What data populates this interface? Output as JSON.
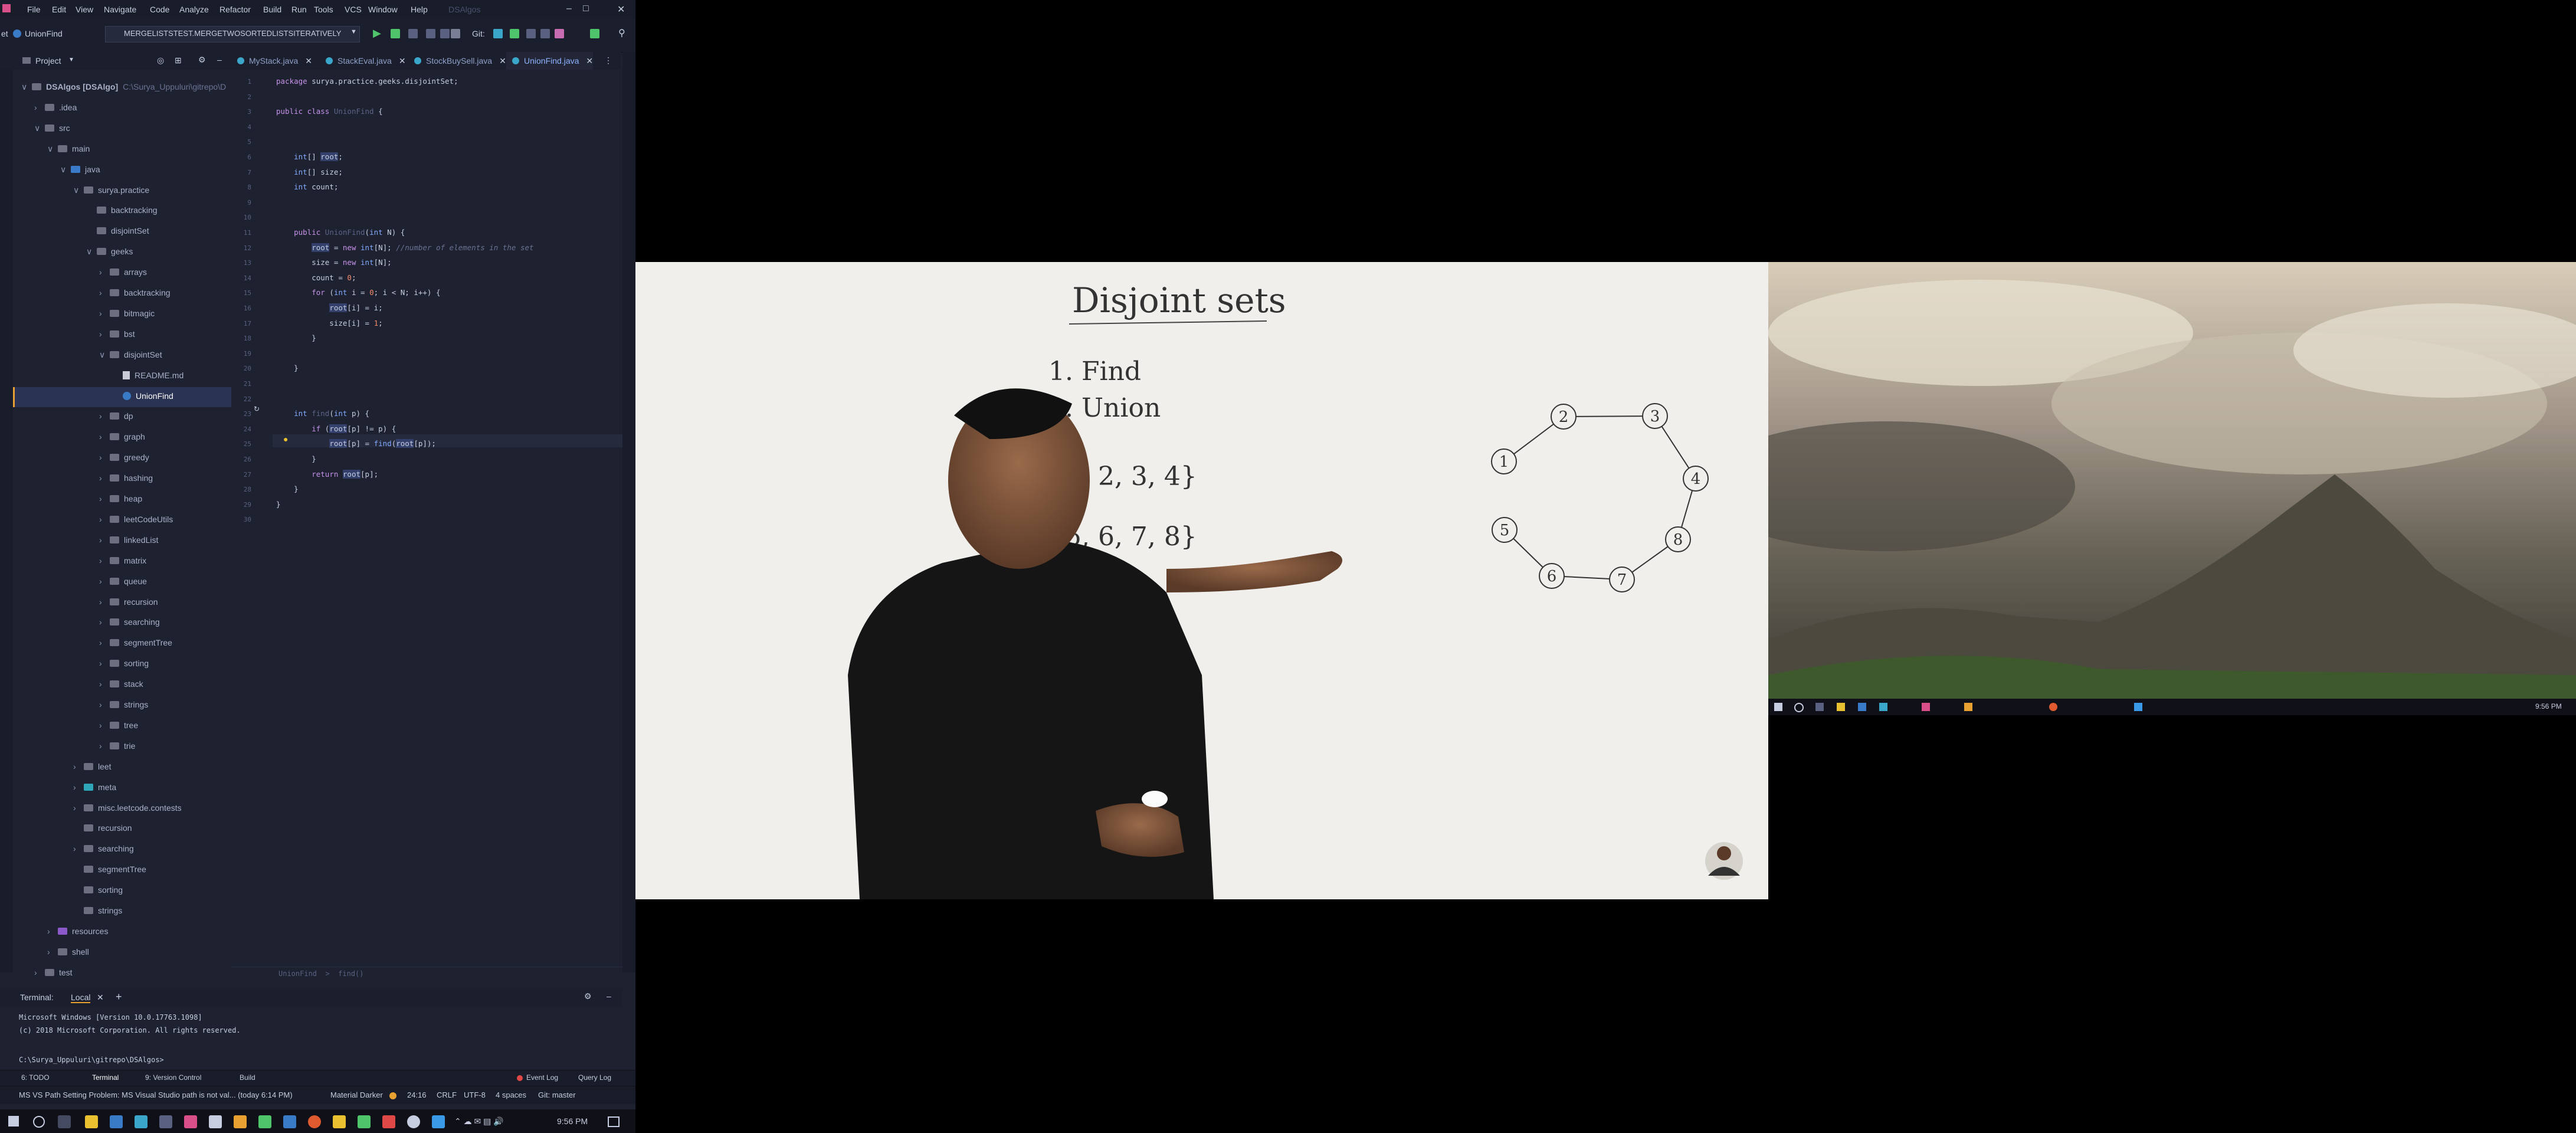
{
  "menubar": {
    "items": [
      "File",
      "Edit",
      "View",
      "Navigate",
      "Code",
      "Analyze",
      "Refactor",
      "Build",
      "Run",
      "Tools",
      "VCS",
      "Window",
      "Help"
    ],
    "app_title": "DSAlgos"
  },
  "toolbar": {
    "project_prefix": "et",
    "project_name": "UnionFind",
    "run_config": "MERGELISTSTEST.MERGETWOSORTEDLISTSITERATIVELY",
    "git_label": "Git:"
  },
  "project_panel": {
    "title": "Project",
    "tree": [
      {
        "label": "DSAlgos [DSAlgo]",
        "extra": "C:\\Surya_Uppuluri\\gitrepo\\D",
        "indent": 0,
        "arrow": "v",
        "icon": "gray",
        "bold": true
      },
      {
        "label": ".idea",
        "indent": 1,
        "arrow": ">",
        "icon": "gray"
      },
      {
        "label": "src",
        "indent": 1,
        "arrow": "v",
        "icon": "gray"
      },
      {
        "label": "main",
        "indent": 2,
        "arrow": "v",
        "icon": "gray"
      },
      {
        "label": "java",
        "indent": 3,
        "arrow": "v",
        "icon": "blue"
      },
      {
        "label": "surya.practice",
        "indent": 4,
        "arrow": "v",
        "icon": "gray"
      },
      {
        "label": "backtracking",
        "indent": 5,
        "arrow": "",
        "icon": "gray"
      },
      {
        "label": "disjointSet",
        "indent": 5,
        "arrow": "",
        "icon": "gray"
      },
      {
        "label": "geeks",
        "indent": 5,
        "arrow": "v",
        "icon": "gray"
      },
      {
        "label": "arrays",
        "indent": 6,
        "arrow": ">",
        "icon": "gray"
      },
      {
        "label": "backtracking",
        "indent": 6,
        "arrow": ">",
        "icon": "gray"
      },
      {
        "label": "bitmagic",
        "indent": 6,
        "arrow": ">",
        "icon": "gray"
      },
      {
        "label": "bst",
        "indent": 6,
        "arrow": ">",
        "icon": "gray"
      },
      {
        "label": "disjointSet",
        "indent": 6,
        "arrow": "v",
        "icon": "gray"
      },
      {
        "label": "README.md",
        "indent": 7,
        "arrow": "",
        "icon": "file"
      },
      {
        "label": "UnionFind",
        "indent": 7,
        "arrow": "",
        "icon": "class",
        "selected": true
      },
      {
        "label": "dp",
        "indent": 6,
        "arrow": ">",
        "icon": "gray"
      },
      {
        "label": "graph",
        "indent": 6,
        "arrow": ">",
        "icon": "gray"
      },
      {
        "label": "greedy",
        "indent": 6,
        "arrow": ">",
        "icon": "gray"
      },
      {
        "label": "hashing",
        "indent": 6,
        "arrow": ">",
        "icon": "gray"
      },
      {
        "label": "heap",
        "indent": 6,
        "arrow": ">",
        "icon": "gray"
      },
      {
        "label": "leetCodeUtils",
        "indent": 6,
        "arrow": ">",
        "icon": "gray"
      },
      {
        "label": "linkedList",
        "indent": 6,
        "arrow": ">",
        "icon": "gray"
      },
      {
        "label": "matrix",
        "indent": 6,
        "arrow": ">",
        "icon": "gray"
      },
      {
        "label": "queue",
        "indent": 6,
        "arrow": ">",
        "icon": "gray"
      },
      {
        "label": "recursion",
        "indent": 6,
        "arrow": ">",
        "icon": "gray"
      },
      {
        "label": "searching",
        "indent": 6,
        "arrow": ">",
        "icon": "gray"
      },
      {
        "label": "segmentTree",
        "indent": 6,
        "arrow": ">",
        "icon": "gray"
      },
      {
        "label": "sorting",
        "indent": 6,
        "arrow": ">",
        "icon": "gray"
      },
      {
        "label": "stack",
        "indent": 6,
        "arrow": ">",
        "icon": "gray"
      },
      {
        "label": "strings",
        "indent": 6,
        "arrow": ">",
        "icon": "gray"
      },
      {
        "label": "tree",
        "indent": 6,
        "arrow": ">",
        "icon": "gray"
      },
      {
        "label": "trie",
        "indent": 6,
        "arrow": ">",
        "icon": "gray"
      },
      {
        "label": "leet",
        "indent": 4,
        "arrow": ">",
        "icon": "gray"
      },
      {
        "label": "meta",
        "indent": 4,
        "arrow": ">",
        "icon": "teal"
      },
      {
        "label": "misc.leetcode.contests",
        "indent": 4,
        "arrow": ">",
        "icon": "gray"
      },
      {
        "label": "recursion",
        "indent": 4,
        "arrow": "",
        "icon": "gray"
      },
      {
        "label": "searching",
        "indent": 4,
        "arrow": ">",
        "icon": "gray"
      },
      {
        "label": "segmentTree",
        "indent": 4,
        "arrow": "",
        "icon": "gray"
      },
      {
        "label": "sorting",
        "indent": 4,
        "arrow": "",
        "icon": "gray"
      },
      {
        "label": "strings",
        "indent": 4,
        "arrow": "",
        "icon": "gray"
      },
      {
        "label": "resources",
        "indent": 2,
        "arrow": ">",
        "icon": "purple"
      },
      {
        "label": "shell",
        "indent": 2,
        "arrow": ">",
        "icon": "gray"
      },
      {
        "label": "test",
        "indent": 1,
        "arrow": ">",
        "icon": "gray"
      }
    ]
  },
  "editor": {
    "tabs": [
      {
        "label": "MyStack.java",
        "active": false
      },
      {
        "label": "StackEval.java",
        "active": false
      },
      {
        "label": "StockBuySell.java",
        "active": false
      },
      {
        "label": "UnionFind.java",
        "active": true
      }
    ],
    "lines": [
      "<span class=kw>package</span> surya.practice.geeks.disjointSet;",
      "",
      "<span class=kw>public class</span> <span class=cls>UnionFind</span> {",
      "",
      "",
      "    <span class=ty>int</span>[] <span class=hl>root</span>;",
      "    <span class=ty>int</span>[] size;",
      "    <span class=ty>int</span> count;",
      "",
      "",
      "    <span class=kw>public</span> <span class=cls>UnionFind</span>(<span class=ty>int</span> N) {",
      "        <span class=hl>root</span> = <span class=kw>new</span> <span class=ty>int</span>[N]; <span class=cm>//number of elements in the set</span>",
      "        size = <span class=kw>new</span> <span class=ty>int</span>[N];",
      "        count = <span class=num>0</span>;",
      "        <span class=kw>for</span> (<span class=ty>int</span> i = <span class=num>0</span>; i &lt; N; i++) {",
      "            <span class=hl>root</span>[i] = i;",
      "            size[i] = <span class=num>1</span>;",
      "        }",
      "",
      "    }",
      "",
      "",
      "    <span class=ty>int</span> <span class=cls>find</span>(<span class=ty>int</span> p) {",
      "        <span class=kw>if</span> (<span class=hl>root</span>[p] != p) {",
      "            <span class=hl>root</span>[p] = <span class=fn>find</span>(<span class=hl>root</span>[p]);",
      "        }",
      "        <span class=kw>return</span> <span class=hl>root</span>[p];",
      "    }",
      "}",
      ""
    ],
    "breadcrumb": "UnionFind  >  find()"
  },
  "terminal": {
    "title": "Terminal:",
    "tab": "Local",
    "lines": [
      "Microsoft Windows [Version 10.0.17763.1098]",
      "(c) 2018 Microsoft Corporation. All rights reserved.",
      "",
      "C:\\Surya_Uppuluri\\gitrepo\\DSAlgos>"
    ]
  },
  "toolwindows": {
    "todo": "6: TODO",
    "terminal": "Terminal",
    "vcs": "9: Version Control",
    "build": "Build",
    "event_log": "Event Log",
    "query_log": "Query Log"
  },
  "statusbar": {
    "message": "MS VS Path Setting Problem: MS Visual Studio path is not val... (today 6:14 PM)",
    "theme": "Material Darker",
    "position": "24:16",
    "line_sep": "CRLF",
    "encoding": "UTF-8",
    "indent": "4 spaces",
    "vcs": "Git: master"
  },
  "taskbar": {
    "clock_main": "9:56 PM",
    "clock_second": "9:56 PM"
  },
  "video": {
    "whiteboard_title": "Disjoint sets",
    "lines": [
      "1. Find",
      "2. Union",
      "{1, 2, 3, 4}",
      "{5, 6, 7, 8}"
    ],
    "graph_nodes": [
      "1",
      "2",
      "3",
      "4",
      "5",
      "6",
      "7",
      "8"
    ]
  },
  "colors": {
    "ide_bg": "#1e2130",
    "accent": "#6e8bff",
    "selection": "#e8a030"
  }
}
